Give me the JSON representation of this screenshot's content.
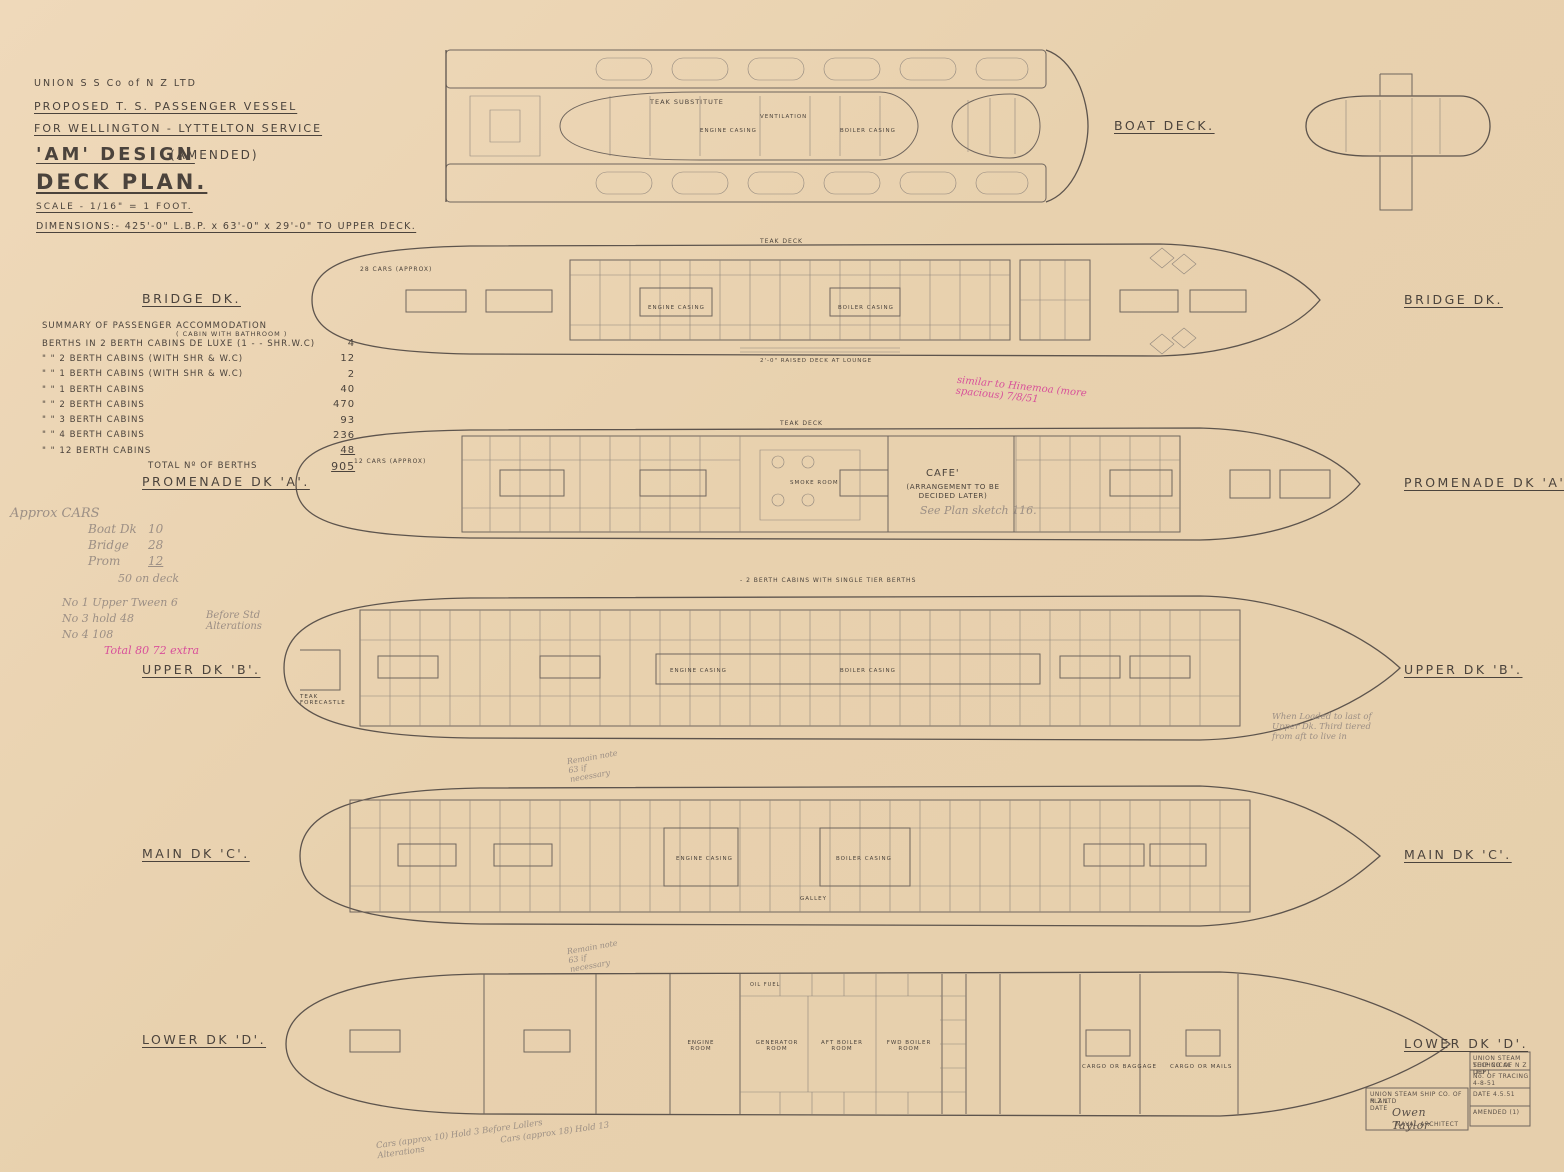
{
  "title_block": {
    "company": "UNION S S Co of N Z LTD",
    "proposed": "PROPOSED T. S. PASSENGER VESSEL",
    "service": "FOR WELLINGTON - LYTTELTON SERVICE",
    "design": "'AM' DESIGN",
    "design_note": "(AMENDED)",
    "plan_title": "DECK PLAN.",
    "scale": "SCALE - 1/16\" = 1 FOOT.",
    "dimensions": "DIMENSIONS:- 425'-0\" L.B.P. x 63'-0\" x 29'-0\" TO UPPER DECK."
  },
  "summary": {
    "heading": "SUMMARY OF PASSENGER ACCOMMODATION",
    "heading_note": "( CABIN WITH BATHROOM )",
    "rows": [
      {
        "label": "BERTHS IN 2 BERTH CABINS DE LUXE (1 - - SHR.W.C)",
        "value": "4"
      },
      {
        "label": "\" \" 2 BERTH CABINS (WITH SHR & W.C)",
        "value": "12"
      },
      {
        "label": "\" \" 1 BERTH CABINS (WITH SHR & W.C)",
        "value": "2"
      },
      {
        "label": "\" \" 1 BERTH CABINS",
        "value": "40"
      },
      {
        "label": "\" \" 2 BERTH CABINS",
        "value": "470"
      },
      {
        "label": "\" \" 3 BERTH CABINS",
        "value": "93"
      },
      {
        "label": "\" \" 4 BERTH CABINS",
        "value": "236"
      },
      {
        "label": "\" \" 12 BERTH CABINS",
        "value": "48"
      }
    ],
    "total_label": "TOTAL Nº OF BERTHS",
    "total_value": "905"
  },
  "deck_labels": {
    "boat": "BOAT DECK.",
    "bridge": "BRIDGE DK.",
    "promenade": "PROMENADE DK 'A'.",
    "upper": "UPPER DK 'B'.",
    "main": "MAIN DK 'C'.",
    "lower": "LOWER DK 'D'."
  },
  "plan_labels": {
    "teak_substitute": "TEAK SUBSTITUTE",
    "teak_deck_bridge": "TEAK DECK",
    "teak_deck_promenade": "TEAK DECK",
    "boat_engine_casing": "ENGINE CASING",
    "boat_boiler_casing": "BOILER CASING",
    "boat_ventilation": "VENTILATION",
    "bridge_engine_casing": "ENGINE CASING",
    "bridge_boiler_casing": "BOILER CASING",
    "bridge_cars": "28 CARS (APPROX)",
    "bridge_lounge_deck": "2'-0\" RAISED DECK AT LOUNGE",
    "prom_cafe": "CAFE'",
    "prom_cafe_note": "(ARRANGEMENT TO BE DECIDED LATER)",
    "prom_cars": "12 CARS (APPROX)",
    "prom_smoke_room": "SMOKE ROOM",
    "upper_note": "- 2 BERTH CABINS WITH SINGLE TIER BERTHS",
    "upper_engine_casing": "ENGINE CASING",
    "upper_boiler_casing": "BOILER CASING",
    "upper_forecastle": "TEAK FORECASTLE",
    "main_engine_casing": "ENGINE CASING",
    "main_boiler_casing": "BOILER CASING",
    "main_galley": "GALLEY",
    "lower_engine_room": "ENGINE ROOM",
    "lower_generator_room": "GENERATOR ROOM",
    "lower_aft_boiler_room": "AFT BOILER ROOM",
    "lower_fwd_boiler_room": "FWD BOILER ROOM",
    "lower_cargo_or_baggage": "CARGO OR BAGGAGE",
    "lower_cargo_or_mails": "CARGO OR MAILS",
    "lower_oil_fuel": "OIL FUEL"
  },
  "annotations": {
    "cars_heading": "Approx CARS",
    "cars_rows": [
      {
        "label": "Boat Dk",
        "value": "10"
      },
      {
        "label": "Bridge",
        "value": "28"
      },
      {
        "label": "Prom",
        "value": "12"
      }
    ],
    "cars_total": "50 on deck",
    "berths_note_1": "No 1 Upper Tween 6",
    "berths_note_2": "No 3 hold 48",
    "berths_note_3": "No 4 108",
    "berths_note_4": "Total 80 72 extra",
    "berths_side": "Before Std Alterations",
    "red_note_1": "similar to Hinemoa (more spacious) 7/8/51",
    "red_note_2": "See Plan sketch 116.",
    "upper_side_note": "When Loaded to last of Upper Dk. Third tiered from aft to live in",
    "main_side_note": "Remain note 63 if necessary",
    "lower_side_note": "Remain note 63 if necessary",
    "lower_pencil_1": "Cars (approx 10) Hold 3 Before Lollers Alterations",
    "lower_pencil_2": "Cars (approx 18) Hold 13"
  },
  "approval_block": {
    "line1": "UNION STEAM SHIP CO. OF N Z LTD",
    "line2": "PLAN",
    "line3": "DATE",
    "line4": "NAVAL ARCHITECT",
    "signature": "Owen Taylor"
  },
  "register_block": {
    "line1": "UNION STEAM SHIP CO OF N Z LTD",
    "line2": "TECHNICAL DEPT",
    "line3": "No. OF TRACING 4-8-51",
    "line4": "DATE 4.5.51",
    "line5": "AMENDED (1)"
  }
}
